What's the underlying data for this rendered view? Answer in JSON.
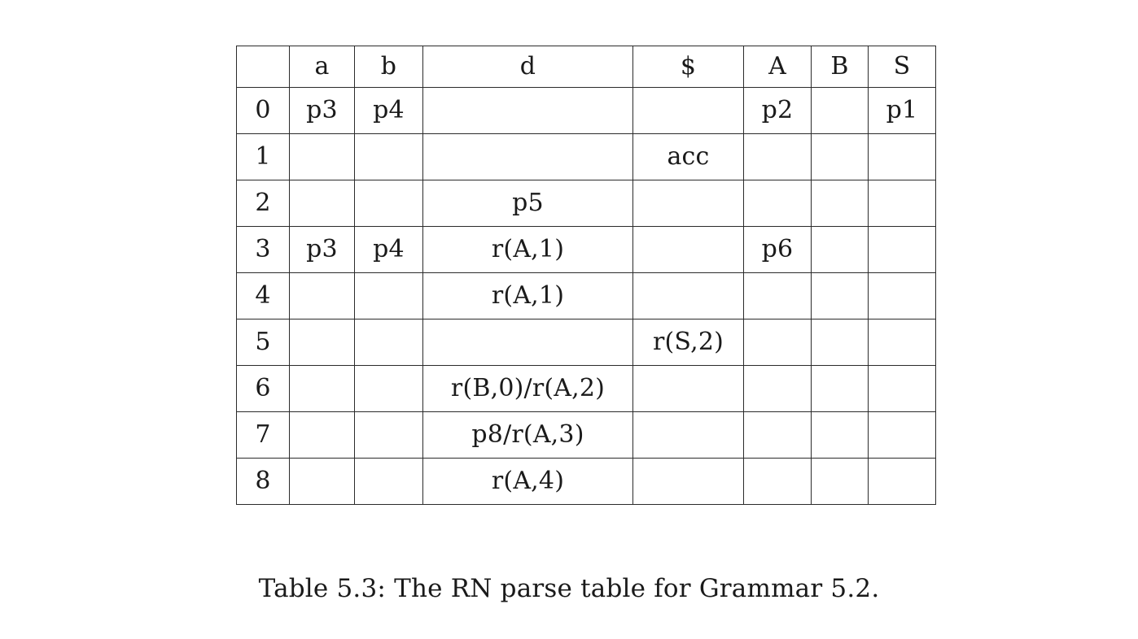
{
  "document": {
    "background_color": "#ffffff",
    "text_color": "#1a1a1a",
    "rule_color": "#2b2b2b"
  },
  "table": {
    "name": "rn-parse-table",
    "corner_header": "",
    "columns": [
      {
        "key": "state",
        "label": "",
        "kind": "state"
      },
      {
        "key": "a",
        "label": "a",
        "kind": "terminal"
      },
      {
        "key": "b",
        "label": "b",
        "kind": "terminal"
      },
      {
        "key": "d",
        "label": "d",
        "kind": "terminal"
      },
      {
        "key": "dollar",
        "label": "$",
        "kind": "terminal"
      },
      {
        "key": "A",
        "label": "A",
        "kind": "nonterminal"
      },
      {
        "key": "B",
        "label": "B",
        "kind": "nonterminal"
      },
      {
        "key": "S",
        "label": "S",
        "kind": "nonterminal"
      }
    ],
    "rows": [
      {
        "state": "0",
        "a": "p3",
        "b": "p4",
        "d": "",
        "dollar": "",
        "A": "p2",
        "B": "",
        "S": "p1"
      },
      {
        "state": "1",
        "a": "",
        "b": "",
        "d": "",
        "dollar": "acc",
        "A": "",
        "B": "",
        "S": ""
      },
      {
        "state": "2",
        "a": "",
        "b": "",
        "d": "p5",
        "dollar": "",
        "A": "",
        "B": "",
        "S": ""
      },
      {
        "state": "3",
        "a": "p3",
        "b": "p4",
        "d": "r(A,1)",
        "dollar": "",
        "A": "p6",
        "B": "",
        "S": ""
      },
      {
        "state": "4",
        "a": "",
        "b": "",
        "d": "r(A,1)",
        "dollar": "",
        "A": "",
        "B": "",
        "S": ""
      },
      {
        "state": "5",
        "a": "",
        "b": "",
        "d": "",
        "dollar": "r(S,2)",
        "A": "",
        "B": "",
        "S": ""
      },
      {
        "state": "6",
        "a": "",
        "b": "",
        "d": "r(B,0)/r(A,2)",
        "dollar": "",
        "A": "",
        "B": "",
        "S": ""
      },
      {
        "state": "7",
        "a": "",
        "b": "",
        "d": "p8/r(A,3)",
        "dollar": "",
        "A": "",
        "B": "",
        "S": ""
      },
      {
        "state": "8",
        "a": "",
        "b": "",
        "d": "r(A,4)",
        "dollar": "",
        "A": "",
        "B": "",
        "S": ""
      }
    ]
  },
  "caption": {
    "text": "Table 5.3: The RN parse table for Grammar 5.2."
  }
}
